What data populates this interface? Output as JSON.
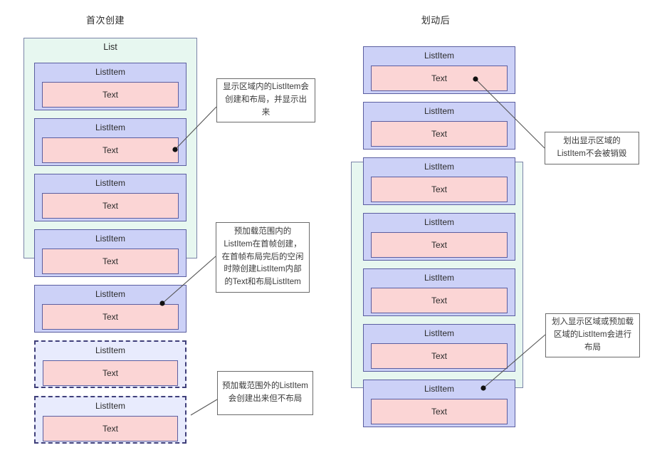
{
  "diagram": {
    "title_left": "首次创建",
    "title_right": "划动后",
    "labels": {
      "list": "List",
      "list_item": "ListItem",
      "text": "Text"
    },
    "colors": {
      "list_fill": "#e7f7f0",
      "list_stroke": "#7b84a8",
      "item_fill": "#ccd1f7",
      "item_ghost_fill": "#e8ebfd",
      "item_stroke": "#5b5ea0",
      "text_fill": "#fbd5d5",
      "text_stroke": "#5b5ea0",
      "callout_stroke": "#6b6b6b",
      "connector": "#555555"
    }
  },
  "left_column": {
    "title": "首次创建",
    "list_label": "List",
    "items": [
      {
        "label": "ListItem",
        "text": "Text",
        "state": "solid"
      },
      {
        "label": "ListItem",
        "text": "Text",
        "state": "solid"
      },
      {
        "label": "ListItem",
        "text": "Text",
        "state": "solid"
      },
      {
        "label": "ListItem",
        "text": "Text",
        "state": "solid"
      },
      {
        "label": "ListItem",
        "text": "Text",
        "state": "solid"
      },
      {
        "label": "ListItem",
        "text": "Text",
        "state": "dashed"
      },
      {
        "label": "ListItem",
        "text": "Text",
        "state": "dashed"
      }
    ]
  },
  "right_column": {
    "title": "划动后",
    "items": [
      {
        "label": "ListItem",
        "text": "Text",
        "state": "solid"
      },
      {
        "label": "ListItem",
        "text": "Text",
        "state": "solid"
      },
      {
        "label": "ListItem",
        "text": "Text",
        "state": "solid"
      },
      {
        "label": "ListItem",
        "text": "Text",
        "state": "solid"
      },
      {
        "label": "ListItem",
        "text": "Text",
        "state": "solid"
      },
      {
        "label": "ListItem",
        "text": "Text",
        "state": "solid"
      },
      {
        "label": "ListItem",
        "text": "Text",
        "state": "solid"
      }
    ]
  },
  "callouts": [
    {
      "id": "callout-visible-area",
      "text": "显示区域内的ListItem会创建和布局，并显示出来"
    },
    {
      "id": "callout-preload-inside",
      "text": "预加载范围内的ListItem在首帧创建，在首帧布局完后的空闲时隙创建ListItem内部的Text和布局ListItem"
    },
    {
      "id": "callout-preload-outside",
      "text": "预加载范围外的ListItem会创建出来但不布局"
    },
    {
      "id": "callout-scrolled-out",
      "text": "划出显示区域的ListItem不会被销毁"
    },
    {
      "id": "callout-scrolled-in",
      "text": "划入显示区域或预加载区域的ListItem会进行布局"
    }
  ]
}
